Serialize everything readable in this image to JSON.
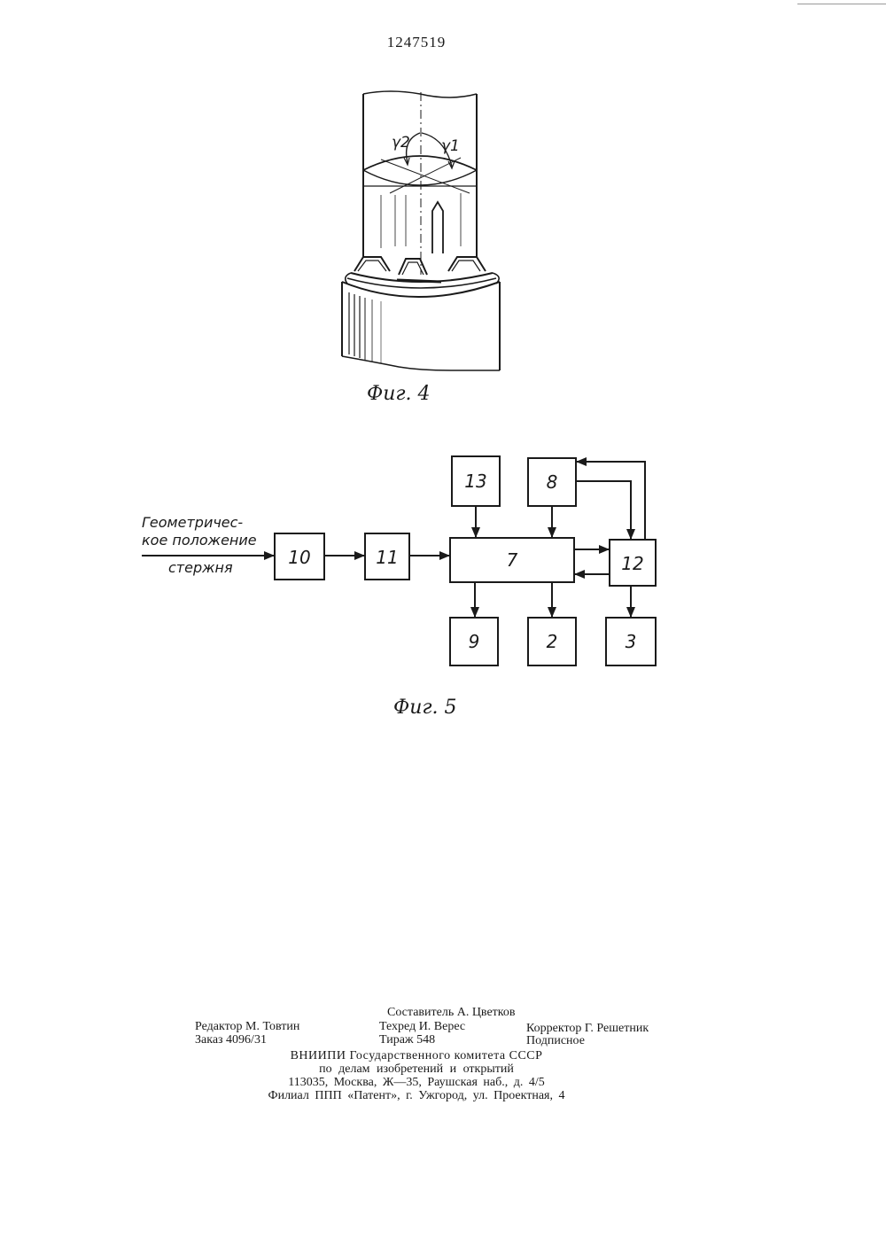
{
  "patent_number": "1247519",
  "figure4": {
    "caption": "Фиг. 4",
    "angle_labels": [
      "γ2",
      "γ1"
    ]
  },
  "figure5": {
    "caption": "Фиг. 5",
    "input_label": [
      "Геометричес-",
      "кое положение",
      "стержня"
    ],
    "blocks": {
      "b10": "10",
      "b11": "11",
      "b7": "7",
      "b13": "13",
      "b8": "8",
      "b12": "12",
      "b9": "9",
      "b2": "2",
      "b3": "3"
    }
  },
  "imprint": {
    "compiler": "Составитель А. Цветков",
    "editor": "Редактор М. Товтин",
    "techred": "Техред И. Верес",
    "corrector": "Корректор Г. Решетник",
    "order": "Заказ 4096/31",
    "circulation": "Тираж 548",
    "subscription": "Подписное",
    "org_line1": "ВНИИПИ Государственного комитета СССР",
    "org_line2": "по делам изобретений и открытий",
    "org_line3": "113035, Москва, Ж—35, Раушская наб., д. 4/5",
    "org_line4": "Филиал ППП «Патент», г. Ужгород, ул. Проектная, 4"
  }
}
